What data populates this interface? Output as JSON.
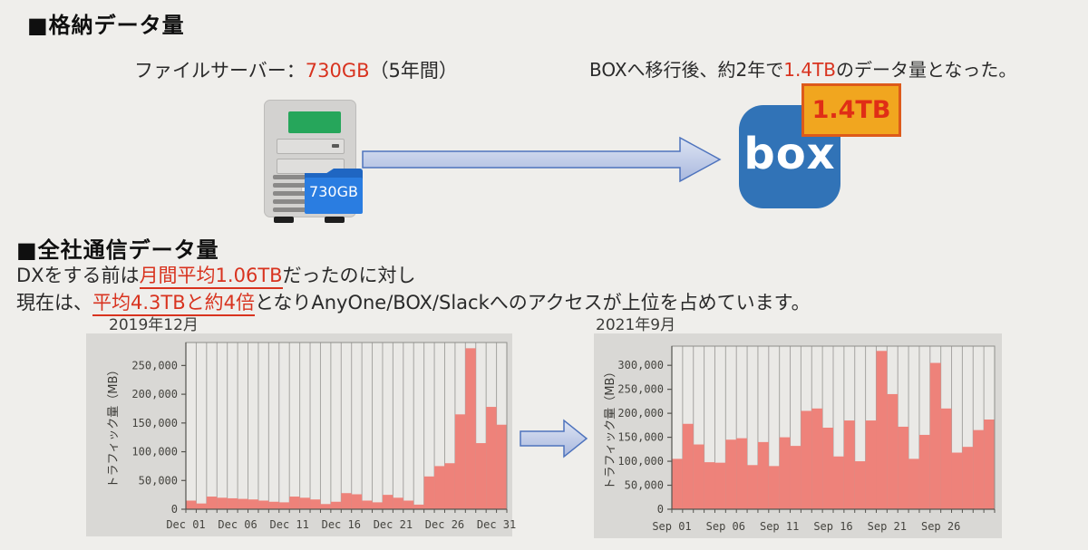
{
  "slide": {
    "heading_storage": "■格納データ量",
    "file_server_caption": {
      "pre": "ファイルサーバー：",
      "highlight": "730GB",
      "post": "（5年間）"
    },
    "box_caption": {
      "pre": "BOXへ移行後、約2年で",
      "highlight": "1.4TB",
      "post": "のデータ量となった。"
    },
    "folder_label": "730GB",
    "box_logo_text": "box",
    "badge_label": "1.4TB",
    "heading_traffic": "■全社通信データ量",
    "traffic_line1": {
      "pre": "DXをする前は",
      "highlight": "月間平均1.06TB",
      "post": "だったのに対し"
    },
    "traffic_line2": {
      "pre": "現在は、",
      "highlight": "平均4.3TBと約4倍",
      "post": "となりAnyOne/BOX/Slackへのアクセスが上位を占めています。"
    }
  },
  "colors": {
    "accent_red": "#d8331f",
    "bar": "#ee827a",
    "badge_bg": "#f1a61f",
    "badge_border": "#dd5a1a",
    "box_blue": "#3173b7",
    "folder_blue": "#2a7de1",
    "arrow_fill_light": "#dde4f3",
    "arrow_fill_dark": "#a9b8de",
    "arrow_stroke": "#4e73bd"
  },
  "chart_data": [
    {
      "type": "bar",
      "title": "2019年12月",
      "ylabel": "トラフィック量（MB）",
      "ylim": [
        0,
        290000
      ],
      "yticks": [
        0,
        50000,
        100000,
        150000,
        200000,
        250000
      ],
      "x_tick_labels": [
        {
          "i": 0,
          "label": "Dec 01"
        },
        {
          "i": 5,
          "label": "Dec 06"
        },
        {
          "i": 10,
          "label": "Dec 11"
        },
        {
          "i": 15,
          "label": "Dec 16"
        },
        {
          "i": 20,
          "label": "Dec 21"
        },
        {
          "i": 25,
          "label": "Dec 26"
        },
        {
          "i": 30,
          "label": "Dec 31"
        }
      ],
      "values": [
        15000,
        10000,
        22000,
        20000,
        19000,
        18000,
        17000,
        15000,
        13000,
        12000,
        22000,
        20000,
        17000,
        9000,
        13000,
        28000,
        26000,
        15000,
        12000,
        25000,
        20000,
        15000,
        8000,
        57000,
        75000,
        80000,
        165000,
        280000,
        115000,
        178000,
        147000
      ],
      "grid": "vertical-per-day",
      "legend": "none"
    },
    {
      "type": "bar",
      "title": "2021年9月",
      "ylabel": "トラフィック量（MB）",
      "ylim": [
        0,
        340000
      ],
      "yticks": [
        0,
        50000,
        100000,
        150000,
        200000,
        250000,
        300000
      ],
      "x_tick_labels": [
        {
          "i": 0,
          "label": "Sep 01"
        },
        {
          "i": 5,
          "label": "Sep 06"
        },
        {
          "i": 10,
          "label": "Sep 11"
        },
        {
          "i": 15,
          "label": "Sep 16"
        },
        {
          "i": 20,
          "label": "Sep 21"
        },
        {
          "i": 25,
          "label": "Sep 26"
        }
      ],
      "values": [
        105000,
        178000,
        135000,
        98000,
        97000,
        145000,
        148000,
        92000,
        140000,
        90000,
        150000,
        132000,
        205000,
        210000,
        170000,
        110000,
        185000,
        100000,
        185000,
        330000,
        240000,
        172000,
        105000,
        155000,
        305000,
        210000,
        118000,
        130000,
        165000,
        187000
      ],
      "grid": "vertical-per-day",
      "legend": "none"
    }
  ]
}
